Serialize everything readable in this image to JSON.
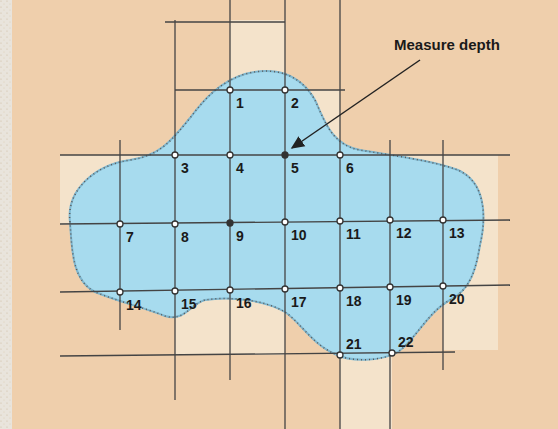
{
  "diagram": {
    "labels": [
      "Measure depth",
      "1",
      "2",
      "3",
      "4",
      "5",
      "6",
      "7",
      "8",
      "9",
      "10",
      "11",
      "12",
      "13",
      "14",
      "15",
      "16",
      "17",
      "18",
      "19",
      "20",
      "21",
      "22"
    ]
  }
}
